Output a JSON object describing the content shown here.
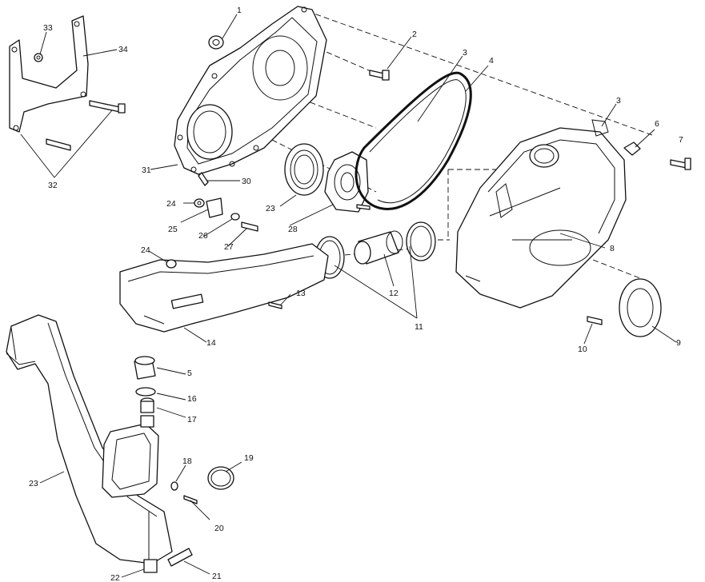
{
  "diagram": {
    "callouts": {
      "c1": "1",
      "c2": "2",
      "c3a": "3",
      "c3b": "3",
      "c4": "4",
      "c5": "5",
      "c6": "6",
      "c7": "7",
      "c8": "8",
      "c9": "9",
      "c10": "10",
      "c11": "11",
      "c12": "12",
      "c13": "13",
      "c14": "14",
      "c16": "16",
      "c17": "17",
      "c18": "18",
      "c19": "19",
      "c20": "20",
      "c21": "21",
      "c22": "22",
      "c23a": "23",
      "c23b": "23",
      "c24a": "24",
      "c24b": "24",
      "c25": "25",
      "c26": "26",
      "c27": "27",
      "c28": "28",
      "c30": "30",
      "c31": "31",
      "c32": "32",
      "c33": "33",
      "c34": "34"
    }
  }
}
